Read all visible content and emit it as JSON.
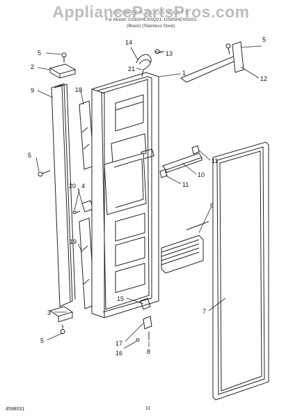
{
  "header": {
    "watermark": "AppliancePartsPros.com",
    "title": "FREEZER DOOR PARTS",
    "model_line": "For Model: GS6SHEXNQ01, GS6SHEXNS01",
    "color_line": "(Black)                    (Stainless Steel)"
  },
  "footer": {
    "ref_code": "4598031",
    "page_number": "11"
  },
  "callouts": [
    {
      "id": "c1",
      "label": "1"
    },
    {
      "id": "c2",
      "label": "2"
    },
    {
      "id": "c3",
      "label": "3"
    },
    {
      "id": "c4",
      "label": "4"
    },
    {
      "id": "c5a",
      "label": "5"
    },
    {
      "id": "c5b",
      "label": "5"
    },
    {
      "id": "c5c",
      "label": "5"
    },
    {
      "id": "c5d",
      "label": "5"
    },
    {
      "id": "c6",
      "label": "6"
    },
    {
      "id": "c7",
      "label": "7"
    },
    {
      "id": "c8",
      "label": "8"
    },
    {
      "id": "c9",
      "label": "9"
    },
    {
      "id": "c10",
      "label": "10"
    },
    {
      "id": "c11a",
      "label": "11"
    },
    {
      "id": "c11b",
      "label": "11"
    },
    {
      "id": "c12",
      "label": "12"
    },
    {
      "id": "c13",
      "label": "13"
    },
    {
      "id": "c14",
      "label": "14"
    },
    {
      "id": "c15",
      "label": "15"
    },
    {
      "id": "c16",
      "label": "16"
    },
    {
      "id": "c17",
      "label": "17"
    },
    {
      "id": "c18",
      "label": "18"
    },
    {
      "id": "c19",
      "label": "19"
    },
    {
      "id": "c20",
      "label": "20"
    },
    {
      "id": "c21",
      "label": "21"
    }
  ]
}
